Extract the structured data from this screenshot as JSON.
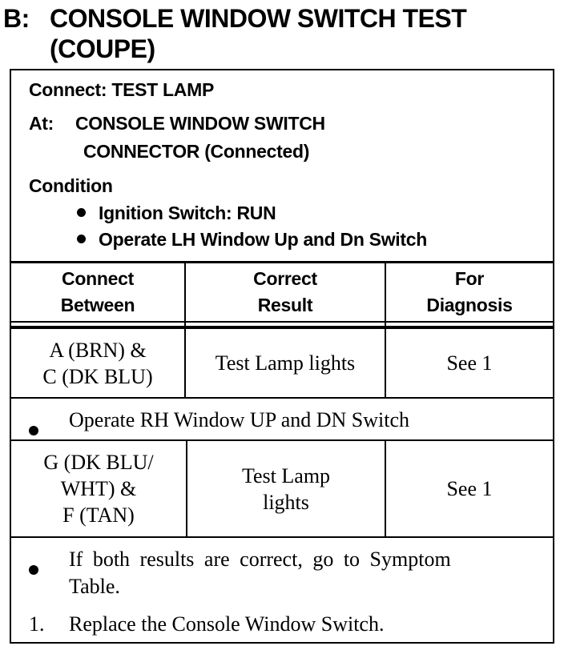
{
  "heading": {
    "letter": "B:",
    "line1": "CONSOLE WINDOW SWITCH TEST",
    "line2": "(COUPE)"
  },
  "condition": {
    "connect_line": "Connect: TEST LAMP",
    "at_label": "At:",
    "at_line1": "CONSOLE WINDOW SWITCH",
    "at_line2": "CONNECTOR (Connected)",
    "condition_label": "Condition",
    "bullets": [
      "Ignition Switch: RUN",
      "Operate LH Window Up and Dn Switch"
    ]
  },
  "table": {
    "headers": [
      [
        "Connect",
        "Between"
      ],
      [
        "Correct",
        "Result"
      ],
      [
        "For",
        "Diagnosis"
      ]
    ],
    "row1": {
      "connect": [
        "A (BRN) &",
        "C (DK BLU)"
      ],
      "result": "Test Lamp lights",
      "diagnosis": "See 1"
    },
    "interstep": "Operate RH Window UP and DN Switch",
    "row2": {
      "connect": [
        "G (DK BLU/",
        "WHT) &",
        "F (TAN)"
      ],
      "result": [
        "Test Lamp",
        "lights"
      ],
      "diagnosis": "See 1"
    }
  },
  "notes": {
    "note1_line1": "If both results are correct, go to Symptom",
    "note1_line2": "Table.",
    "note2_number": "1.",
    "note2_text": "Replace the Console Window Switch."
  }
}
